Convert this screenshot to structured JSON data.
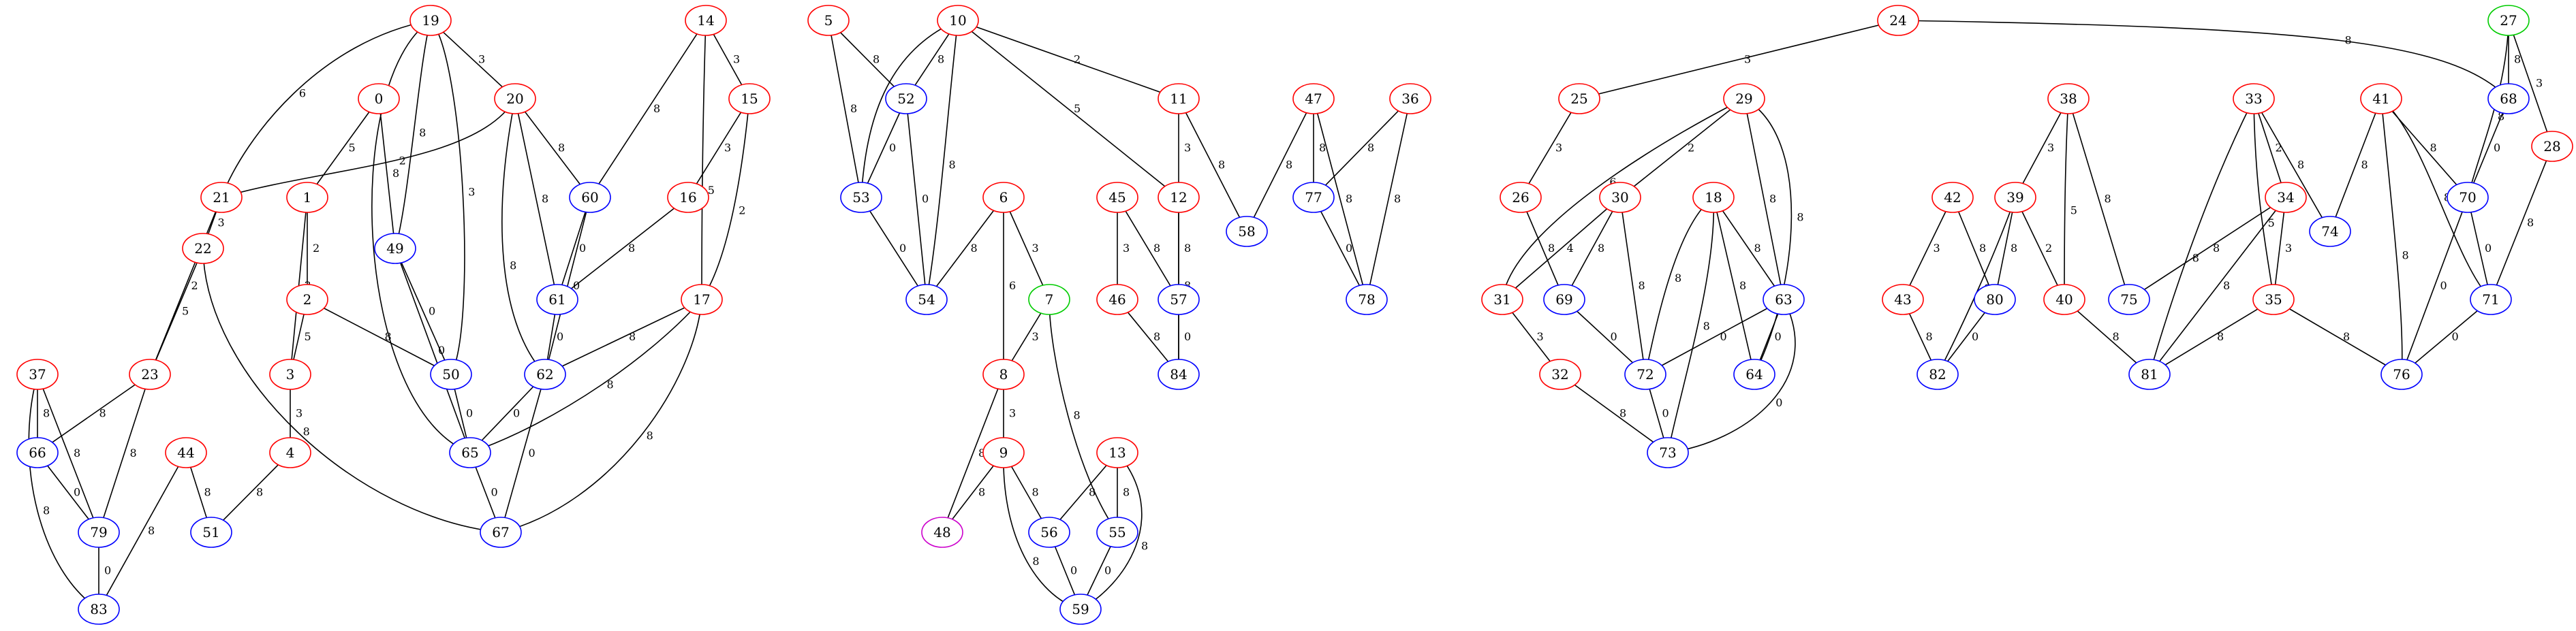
{
  "colors": {
    "red": "#ff0000",
    "blue": "#0000ff",
    "green": "#00cc00",
    "purple": "#cc00cc"
  },
  "nodes": [
    {
      "id": "19",
      "c": "red"
    },
    {
      "id": "14",
      "c": "red"
    },
    {
      "id": "5",
      "c": "red"
    },
    {
      "id": "10",
      "c": "red"
    },
    {
      "id": "24",
      "c": "red"
    },
    {
      "id": "27",
      "c": "green"
    },
    {
      "id": "0",
      "c": "red"
    },
    {
      "id": "20",
      "c": "red"
    },
    {
      "id": "15",
      "c": "red"
    },
    {
      "id": "52",
      "c": "blue"
    },
    {
      "id": "11",
      "c": "red"
    },
    {
      "id": "47",
      "c": "red"
    },
    {
      "id": "36",
      "c": "red"
    },
    {
      "id": "25",
      "c": "red"
    },
    {
      "id": "29",
      "c": "red"
    },
    {
      "id": "38",
      "c": "red"
    },
    {
      "id": "33",
      "c": "red"
    },
    {
      "id": "41",
      "c": "red"
    },
    {
      "id": "68",
      "c": "blue"
    },
    {
      "id": "28",
      "c": "red"
    },
    {
      "id": "21",
      "c": "red"
    },
    {
      "id": "1",
      "c": "red"
    },
    {
      "id": "60",
      "c": "blue"
    },
    {
      "id": "16",
      "c": "red"
    },
    {
      "id": "53",
      "c": "blue"
    },
    {
      "id": "6",
      "c": "red"
    },
    {
      "id": "45",
      "c": "red"
    },
    {
      "id": "12",
      "c": "red"
    },
    {
      "id": "58",
      "c": "blue"
    },
    {
      "id": "77",
      "c": "blue"
    },
    {
      "id": "26",
      "c": "red"
    },
    {
      "id": "30",
      "c": "red"
    },
    {
      "id": "18",
      "c": "red"
    },
    {
      "id": "42",
      "c": "red"
    },
    {
      "id": "39",
      "c": "red"
    },
    {
      "id": "34",
      "c": "red"
    },
    {
      "id": "74",
      "c": "blue"
    },
    {
      "id": "70",
      "c": "blue"
    },
    {
      "id": "22",
      "c": "red"
    },
    {
      "id": "49",
      "c": "blue"
    },
    {
      "id": "2",
      "c": "red"
    },
    {
      "id": "61",
      "c": "blue"
    },
    {
      "id": "17",
      "c": "red"
    },
    {
      "id": "54",
      "c": "blue"
    },
    {
      "id": "7",
      "c": "green"
    },
    {
      "id": "46",
      "c": "red"
    },
    {
      "id": "57",
      "c": "blue"
    },
    {
      "id": "78",
      "c": "blue"
    },
    {
      "id": "31",
      "c": "red"
    },
    {
      "id": "69",
      "c": "blue"
    },
    {
      "id": "63",
      "c": "blue"
    },
    {
      "id": "43",
      "c": "red"
    },
    {
      "id": "80",
      "c": "blue"
    },
    {
      "id": "40",
      "c": "red"
    },
    {
      "id": "75",
      "c": "blue"
    },
    {
      "id": "35",
      "c": "red"
    },
    {
      "id": "71",
      "c": "blue"
    },
    {
      "id": "37",
      "c": "red"
    },
    {
      "id": "23",
      "c": "red"
    },
    {
      "id": "3",
      "c": "red"
    },
    {
      "id": "50",
      "c": "blue"
    },
    {
      "id": "62",
      "c": "blue"
    },
    {
      "id": "8",
      "c": "red"
    },
    {
      "id": "84",
      "c": "blue"
    },
    {
      "id": "32",
      "c": "red"
    },
    {
      "id": "72",
      "c": "blue"
    },
    {
      "id": "64",
      "c": "blue"
    },
    {
      "id": "82",
      "c": "blue"
    },
    {
      "id": "81",
      "c": "blue"
    },
    {
      "id": "76",
      "c": "blue"
    },
    {
      "id": "66",
      "c": "blue"
    },
    {
      "id": "44",
      "c": "red"
    },
    {
      "id": "4",
      "c": "red"
    },
    {
      "id": "65",
      "c": "blue"
    },
    {
      "id": "9",
      "c": "red"
    },
    {
      "id": "13",
      "c": "red"
    },
    {
      "id": "73",
      "c": "blue"
    },
    {
      "id": "79",
      "c": "blue"
    },
    {
      "id": "51",
      "c": "blue"
    },
    {
      "id": "67",
      "c": "blue"
    },
    {
      "id": "48",
      "c": "purple"
    },
    {
      "id": "56",
      "c": "blue"
    },
    {
      "id": "55",
      "c": "blue"
    },
    {
      "id": "83",
      "c": "blue"
    },
    {
      "id": "59",
      "c": "blue"
    }
  ],
  "edges": [
    {
      "a": "19",
      "b": "20",
      "w": "3"
    },
    {
      "a": "19",
      "b": "21",
      "w": "6"
    },
    {
      "a": "19",
      "b": "49",
      "w": "8"
    },
    {
      "a": "19",
      "b": "50",
      "w": "3"
    },
    {
      "a": "19",
      "b": "65",
      "w": "8"
    },
    {
      "a": "20",
      "b": "21",
      "w": "2"
    },
    {
      "a": "20",
      "b": "60",
      "w": "8"
    },
    {
      "a": "20",
      "b": "61",
      "w": "8"
    },
    {
      "a": "20",
      "b": "62",
      "w": "8"
    },
    {
      "a": "14",
      "b": "15",
      "w": "3"
    },
    {
      "a": "14",
      "b": "60",
      "w": "8"
    },
    {
      "a": "14",
      "b": "17",
      "w": "5"
    },
    {
      "a": "15",
      "b": "16",
      "w": "3"
    },
    {
      "a": "15",
      "b": "17",
      "w": "2"
    },
    {
      "a": "0",
      "b": "1",
      "w": "5"
    },
    {
      "a": "0",
      "b": "49",
      "w": "8"
    },
    {
      "a": "1",
      "b": "2",
      "w": "2"
    },
    {
      "a": "1",
      "b": "3",
      "w": "3"
    },
    {
      "a": "2",
      "b": "3",
      "w": "5"
    },
    {
      "a": "2",
      "b": "50",
      "w": "8"
    },
    {
      "a": "3",
      "b": "4",
      "w": "3"
    },
    {
      "a": "4",
      "b": "51",
      "w": "8"
    },
    {
      "a": "21",
      "b": "22",
      "w": "3"
    },
    {
      "a": "21",
      "b": "23",
      "w": "2"
    },
    {
      "a": "22",
      "b": "23",
      "w": "5"
    },
    {
      "a": "22",
      "b": "67",
      "w": "8"
    },
    {
      "a": "23",
      "b": "66",
      "w": "8"
    },
    {
      "a": "23",
      "b": "79",
      "w": "8"
    },
    {
      "a": "37",
      "b": "66",
      "w": "8"
    },
    {
      "a": "37",
      "b": "79",
      "w": "8"
    },
    {
      "a": "37",
      "b": "83",
      "w": "8"
    },
    {
      "a": "66",
      "b": "79",
      "w": "0"
    },
    {
      "a": "79",
      "b": "83",
      "w": "0"
    },
    {
      "a": "44",
      "b": "51",
      "w": "8"
    },
    {
      "a": "44",
      "b": "83",
      "w": "8"
    },
    {
      "a": "49",
      "b": "50",
      "w": "0"
    },
    {
      "a": "49",
      "b": "65",
      "w": "0"
    },
    {
      "a": "50",
      "b": "65",
      "w": "0"
    },
    {
      "a": "60",
      "b": "61",
      "w": "0"
    },
    {
      "a": "60",
      "b": "62",
      "w": "0"
    },
    {
      "a": "16",
      "b": "61",
      "w": "8"
    },
    {
      "a": "61",
      "b": "62",
      "w": "0"
    },
    {
      "a": "17",
      "b": "62",
      "w": "8"
    },
    {
      "a": "17",
      "b": "65",
      "w": "8"
    },
    {
      "a": "17",
      "b": "67",
      "w": "8"
    },
    {
      "a": "62",
      "b": "65",
      "w": "0"
    },
    {
      "a": "62",
      "b": "67",
      "w": "0"
    },
    {
      "a": "65",
      "b": "67",
      "w": "0"
    },
    {
      "a": "5",
      "b": "52",
      "w": "8"
    },
    {
      "a": "5",
      "b": "53",
      "w": "8"
    },
    {
      "a": "10",
      "b": "52",
      "w": "8"
    },
    {
      "a": "10",
      "b": "53",
      "w": "3"
    },
    {
      "a": "10",
      "b": "54",
      "w": "8"
    },
    {
      "a": "10",
      "b": "11",
      "w": "2"
    },
    {
      "a": "10",
      "b": "12",
      "w": "5"
    },
    {
      "a": "52",
      "b": "53",
      "w": "0"
    },
    {
      "a": "52",
      "b": "54",
      "w": "0"
    },
    {
      "a": "53",
      "b": "54",
      "w": "0"
    },
    {
      "a": "11",
      "b": "12",
      "w": "3"
    },
    {
      "a": "11",
      "b": "58",
      "w": "8"
    },
    {
      "a": "12",
      "b": "57",
      "w": "8"
    },
    {
      "a": "12",
      "b": "84",
      "w": "8"
    },
    {
      "a": "45",
      "b": "46",
      "w": "3"
    },
    {
      "a": "45",
      "b": "57",
      "w": "8"
    },
    {
      "a": "46",
      "b": "84",
      "w": "8"
    },
    {
      "a": "57",
      "b": "84",
      "w": "0"
    },
    {
      "a": "47",
      "b": "58",
      "w": "8"
    },
    {
      "a": "47",
      "b": "77",
      "w": "8"
    },
    {
      "a": "47",
      "b": "78",
      "w": "8"
    },
    {
      "a": "36",
      "b": "77",
      "w": "8"
    },
    {
      "a": "36",
      "b": "78",
      "w": "8"
    },
    {
      "a": "77",
      "b": "78",
      "w": "0"
    },
    {
      "a": "6",
      "b": "54",
      "w": "8"
    },
    {
      "a": "6",
      "b": "7",
      "w": "3"
    },
    {
      "a": "6",
      "b": "8",
      "w": "6"
    },
    {
      "a": "7",
      "b": "8",
      "w": "3"
    },
    {
      "a": "7",
      "b": "55",
      "w": "8"
    },
    {
      "a": "8",
      "b": "9",
      "w": "3"
    },
    {
      "a": "8",
      "b": "48",
      "w": "8"
    },
    {
      "a": "9",
      "b": "48",
      "w": "8"
    },
    {
      "a": "9",
      "b": "56",
      "w": "8"
    },
    {
      "a": "9",
      "b": "59",
      "w": "8"
    },
    {
      "a": "13",
      "b": "56",
      "w": "8"
    },
    {
      "a": "13",
      "b": "55",
      "w": "8"
    },
    {
      "a": "13",
      "b": "59",
      "w": "8"
    },
    {
      "a": "56",
      "b": "59",
      "w": "0"
    },
    {
      "a": "55",
      "b": "59",
      "w": "0"
    },
    {
      "a": "24",
      "b": "25",
      "w": "3"
    },
    {
      "a": "24",
      "b": "68",
      "w": "8"
    },
    {
      "a": "25",
      "b": "26",
      "w": "3"
    },
    {
      "a": "26",
      "b": "69",
      "w": "8"
    },
    {
      "a": "29",
      "b": "30",
      "w": "2"
    },
    {
      "a": "29",
      "b": "31",
      "w": "6"
    },
    {
      "a": "29",
      "b": "63",
      "w": "8"
    },
    {
      "a": "29",
      "b": "64",
      "w": "8"
    },
    {
      "a": "30",
      "b": "31",
      "w": "4"
    },
    {
      "a": "30",
      "b": "69",
      "w": "8"
    },
    {
      "a": "30",
      "b": "72",
      "w": "8"
    },
    {
      "a": "18",
      "b": "72",
      "w": "8"
    },
    {
      "a": "18",
      "b": "63",
      "w": "8"
    },
    {
      "a": "18",
      "b": "64",
      "w": "8"
    },
    {
      "a": "18",
      "b": "73",
      "w": "8"
    },
    {
      "a": "31",
      "b": "32",
      "w": "3"
    },
    {
      "a": "32",
      "b": "73",
      "w": "8"
    },
    {
      "a": "69",
      "b": "72",
      "w": "0"
    },
    {
      "a": "63",
      "b": "72",
      "w": "0"
    },
    {
      "a": "63",
      "b": "64",
      "w": "0"
    },
    {
      "a": "63",
      "b": "73",
      "w": "0"
    },
    {
      "a": "72",
      "b": "73",
      "w": "0"
    },
    {
      "a": "42",
      "b": "43",
      "w": "3"
    },
    {
      "a": "42",
      "b": "80",
      "w": "8"
    },
    {
      "a": "43",
      "b": "82",
      "w": "8"
    },
    {
      "a": "38",
      "b": "39",
      "w": "3"
    },
    {
      "a": "38",
      "b": "40",
      "w": "5"
    },
    {
      "a": "38",
      "b": "75",
      "w": "8"
    },
    {
      "a": "39",
      "b": "80",
      "w": "8"
    },
    {
      "a": "39",
      "b": "82",
      "w": "8"
    },
    {
      "a": "39",
      "b": "40",
      "w": "2"
    },
    {
      "a": "80",
      "b": "82",
      "w": "0"
    },
    {
      "a": "40",
      "b": "81",
      "w": "8"
    },
    {
      "a": "33",
      "b": "34",
      "w": "2"
    },
    {
      "a": "33",
      "b": "35",
      "w": "5"
    },
    {
      "a": "33",
      "b": "81",
      "w": "8"
    },
    {
      "a": "33",
      "b": "74",
      "w": "8"
    },
    {
      "a": "34",
      "b": "75",
      "w": "8"
    },
    {
      "a": "34",
      "b": "81",
      "w": "8"
    },
    {
      "a": "34",
      "b": "35",
      "w": "3"
    },
    {
      "a": "35",
      "b": "81",
      "w": "8"
    },
    {
      "a": "35",
      "b": "76",
      "w": "8"
    },
    {
      "a": "41",
      "b": "74",
      "w": "8"
    },
    {
      "a": "41",
      "b": "70",
      "w": "8"
    },
    {
      "a": "41",
      "b": "71",
      "w": "8"
    },
    {
      "a": "41",
      "b": "76",
      "w": "8"
    },
    {
      "a": "27",
      "b": "68",
      "w": "8"
    },
    {
      "a": "27",
      "b": "70",
      "w": "8"
    },
    {
      "a": "27",
      "b": "28",
      "w": "3"
    },
    {
      "a": "68",
      "b": "70",
      "w": "0"
    },
    {
      "a": "70",
      "b": "71",
      "w": "0"
    },
    {
      "a": "70",
      "b": "76",
      "w": "0"
    },
    {
      "a": "28",
      "b": "71",
      "w": "8"
    },
    {
      "a": "71",
      "b": "76",
      "w": "0"
    }
  ]
}
